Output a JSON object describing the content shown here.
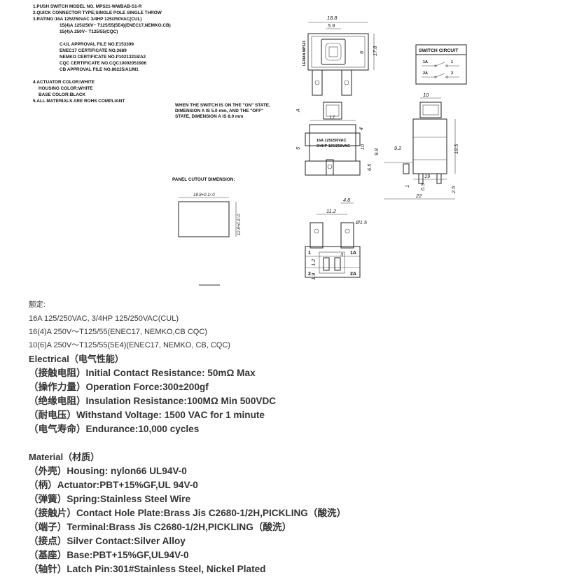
{
  "notes": {
    "spec_lines": [
      "1.PUSH SWITCH MODEL NO. MPS21-WWBAB-S1-R",
      "2.QUICK CONNECTOR TYPE;SINGLE POLE SINGLE THROW",
      "3.RATING:16A 125/250VAC 3/4HP 125/250VAC(CUL)",
      "15(4)A 125/250V~ T125/55(5E4)(ENEC17,NEMKO,CB)",
      "15(4)A 250V~ T125/55(CQC)"
    ],
    "approvals": [
      "C-UL APPROVAL FILE NO.E153399",
      "ENEC17 CERTIFICATE NO.3689",
      "NEMKO CERTIFICATE NO.P10213218/A2",
      "CQC CERTIFICATE NO.CQC10002051906",
      "CB APPROVAL FILE NO.80225/A1/M1"
    ],
    "materials": [
      "4.ACTUATOR COLOR:WHITE",
      "HOUSING COLOR:WHITE",
      "BASE COLOR:BLACK",
      "5.ALL MATERIALS ARE ROHS COMPLIANT"
    ],
    "switch_note": [
      "WHEN THE SWITCH IS ON THE \"ON\" STATE,",
      "DIMENSION A IS 5.0 mm, AND THE \"OFF\"",
      "STATE, DIMENSION A IS 8.0 mm"
    ],
    "panel_cutout_label": "PANEL CUTOUT DIMENSION:"
  },
  "drawing": {
    "switch_circuit_title": "SWITCH CIRCUIT",
    "circuit_labels": [
      "1A",
      "1",
      "2A",
      "2"
    ],
    "top_view_brand": "LEXIAN  MPS21",
    "dimensions": {
      "top_width": "18.8",
      "top_inner": "5.9",
      "top_height": "17.8",
      "top_small": "6",
      "side_width": "10",
      "front_width": "17",
      "front_a": "A",
      "front_4": "4",
      "front_5": "5",
      "front_10": "10",
      "front_6_5": "6.5",
      "front_9_8": "9.8",
      "side_9_2": "9.2",
      "side_18_5": "18.5",
      "side_1": "1",
      "side_0_3": "0.3",
      "side_2_5": "2.5",
      "side_19": "19",
      "side_22": "22",
      "bottom_4_8": "4.8",
      "bottom_11_2": "11.2",
      "bottom_hole": "Ø1.5",
      "bottom_3": "3",
      "bottom_1_2": "1.2",
      "bottom_1_9": "1.9",
      "cutout_w": "18.8+0.1/-0",
      "cutout_h": "12.8+0.1/-0"
    },
    "label_lines": [
      "16A 125/250VAC",
      "3/4HP 125/250VAC"
    ],
    "bottom_labels": [
      "1",
      "1A",
      "2",
      "2A"
    ]
  },
  "ratings": {
    "title": "额定:",
    "lines": [
      "16A 125/250VAC, 3/4HP 125/250VAC(CUL)",
      "16(4)A 250V～T125/55(ENEC17, NEMKO,CB CQC)",
      "10(6)A 250V～T125/55(5E4)(ENEC17, NEMKO, CB, CQC)"
    ]
  },
  "electrical": {
    "title": "Electrical（电气性能）",
    "items": [
      "（接触电阻）Initial Contact Resistance: 50mΩ Max",
      "（操作力量）Operation Force:300±200gf",
      "（绝缘电阻）Insulation Resistance:100MΩ Min 500VDC",
      "（耐电压）Withstand Voltage: 1500 VAC for 1 minute",
      "（电气寿命）Endurance:10,000 cycles"
    ]
  },
  "material": {
    "title": "Material（材质）",
    "items": [
      "（外壳）Housing: nylon66 UL94V-0",
      "（柄）Actuator:PBT+15%GF,UL 94V-0",
      "（弹簧）Spring:Stainless Steel Wire",
      "（接触片）Contact Hole Plate:Brass Jis C2680-1/2H,PICKLING（酸洗）",
      "（端子）Terminal:Brass Jis C2680-1/2H,PICKLING（酸洗）",
      "（接点）Silver Contact:Silver Alloy",
      "（基座）Base:PBT+15%GF,UL94V-0",
      "（轴针）Latch Pin:301#Stainless Steel, Nickel Plated"
    ]
  }
}
